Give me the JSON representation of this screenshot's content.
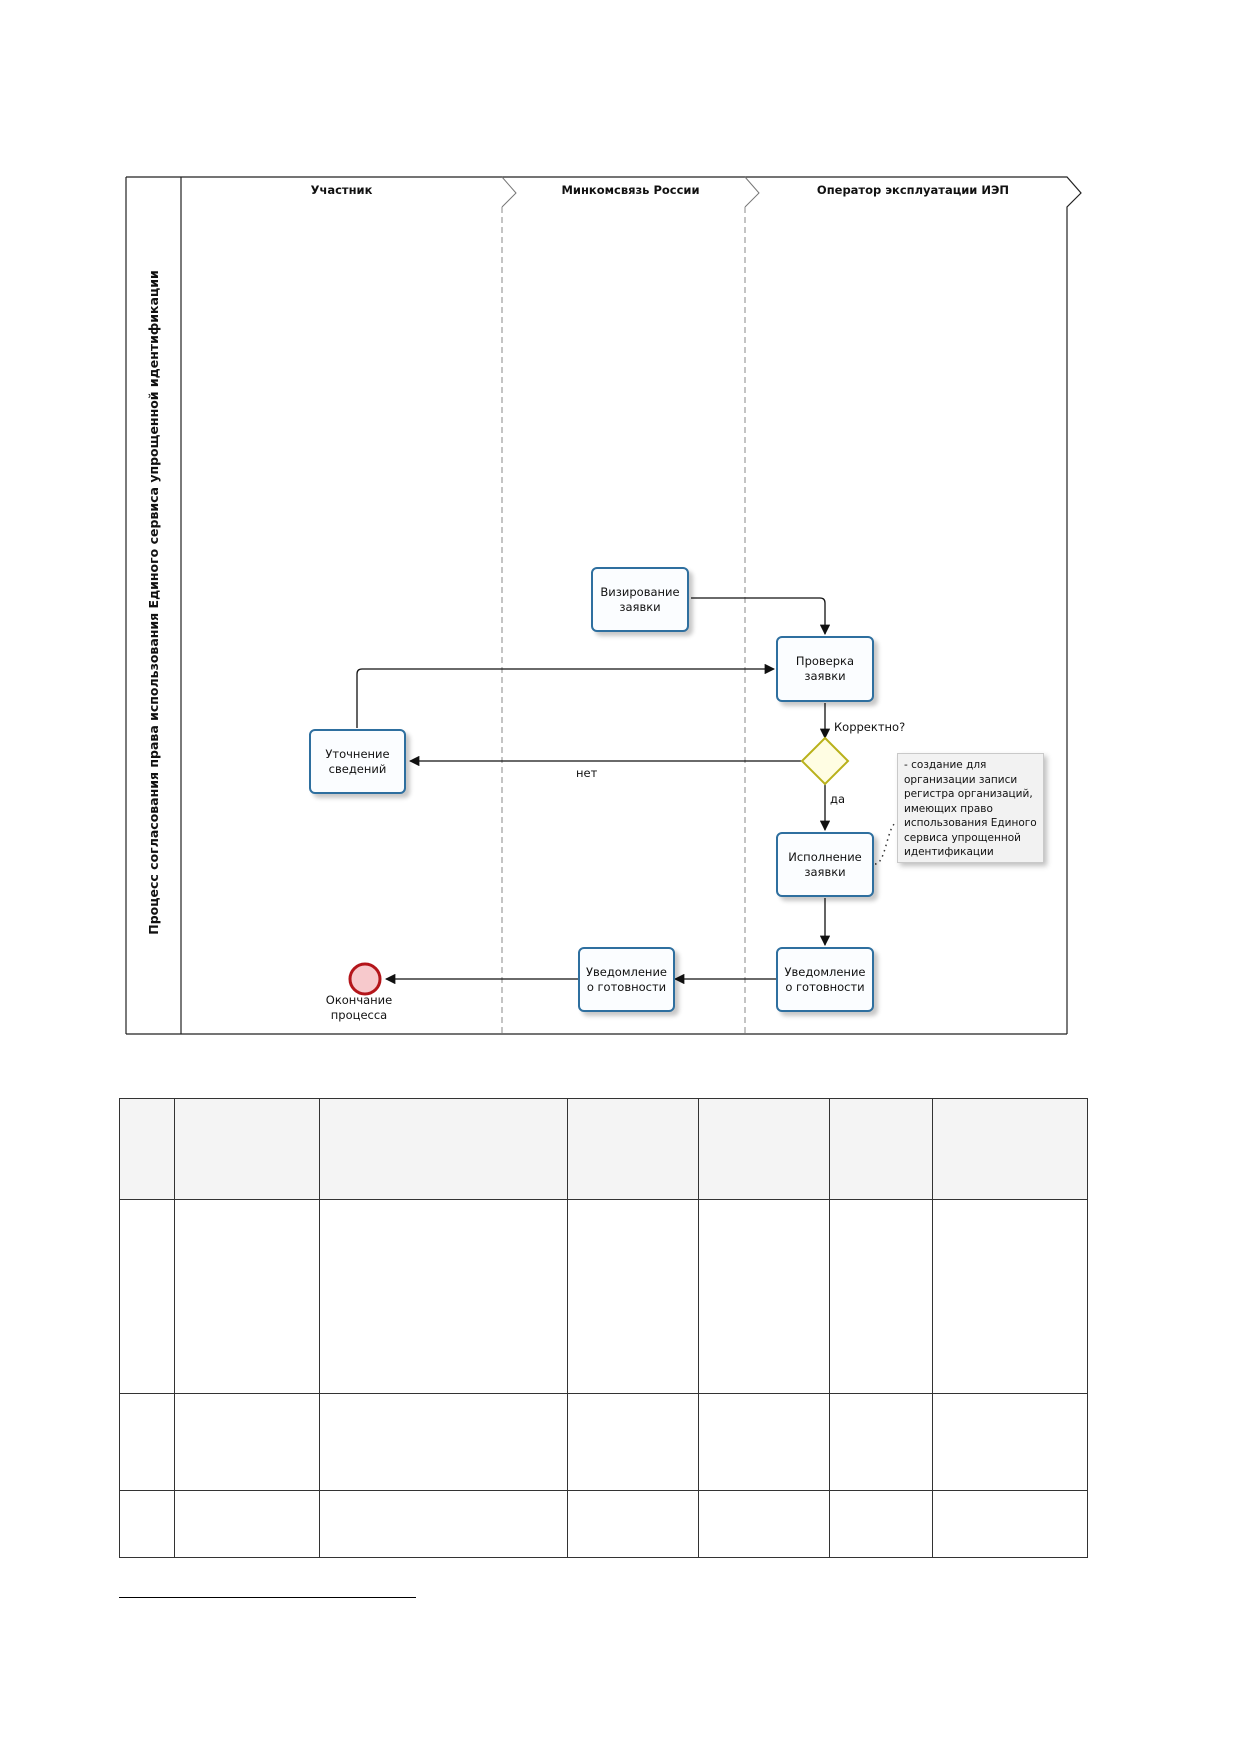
{
  "diagram": {
    "pool_title": "Процесс согласования права использования Единого сервиса упрощенной идентификации",
    "lanes": [
      "Участник",
      "Минкомсвязь России",
      "Оператор эксплуатации ИЭП"
    ],
    "tasks": {
      "vizirovanie": "Визирование заявки",
      "proverka": "Проверка заявки",
      "utochnenie": "Уточнение сведений",
      "ispolnenie": "Исполнение заявки",
      "uved_operator": "Уведомление о готовности",
      "uved_minkom": "Уведомление о готовности"
    },
    "gateway_question": "Корректно?",
    "flow_no": "нет",
    "flow_yes": "да",
    "annotation": "- создание для организации записи регистра организаций, имеющих право использования Единого сервиса упрощенной идентификации",
    "end_event_label": "Окончание процесса",
    "colors": {
      "task_border": "#2e6f9f",
      "gateway_border": "#b9b11b",
      "gateway_fill": "#fffde3",
      "end_event_border": "#b4151a",
      "end_event_fill": "#f7c9cc"
    }
  },
  "table": {
    "columns": 7,
    "rows": 4,
    "cells": []
  }
}
